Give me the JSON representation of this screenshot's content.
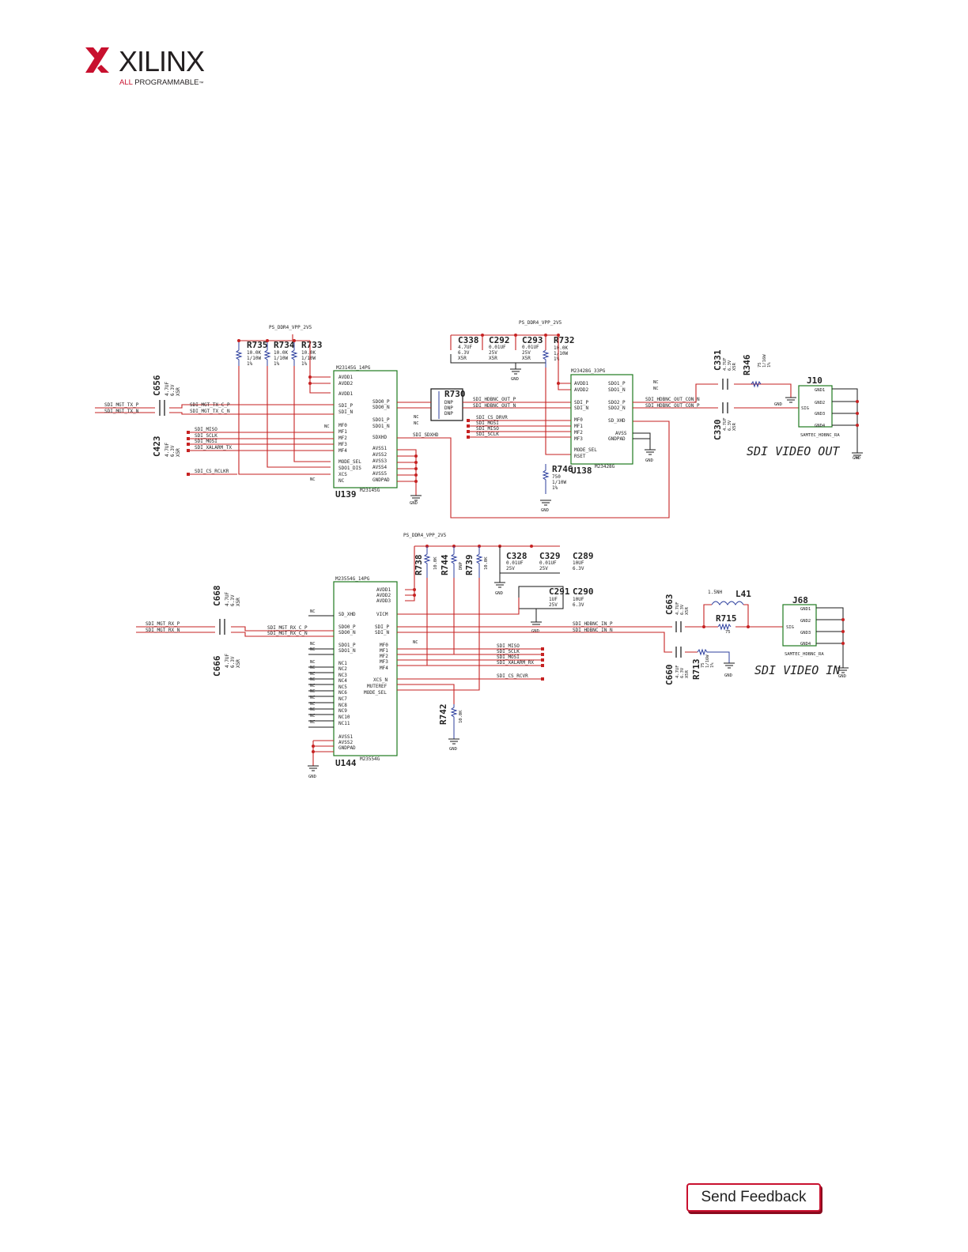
{
  "header": {
    "brand_name": "XILINX",
    "brand_tagline_all": "ALL",
    "brand_tagline_rest": " PROGRAMMABLE",
    "tm": "™",
    "brand_color": "#c8102e"
  },
  "schematic": {
    "power_rail": "PS_DDR4_VPP_2V5",
    "gnd": "GND",
    "nc": "NC",
    "tx": {
      "u139": {
        "ref": "U139",
        "part": "M23145G_14PG",
        "part_bottom": "M23145G",
        "pins_left": [
          "AVDD1",
          "AVDD2",
          "AVDD1",
          "SDI_P",
          "SDI_N",
          "MF0",
          "MF1",
          "MF2",
          "MF3",
          "MF4",
          "MODE_SEL",
          "SDO1_DIS",
          "XCS",
          "NC"
        ],
        "pins_right": [
          "SDO0_P",
          "SDO0_N",
          "SDO1_P",
          "SDO1_N",
          "SDXHD",
          "AVSS1",
          "AVSS2",
          "AVSS3",
          "AVSS4",
          "AVSS5",
          "GNDPAD"
        ]
      },
      "u138": {
        "ref": "U138",
        "part": "M23428G_33PG",
        "part_bottom": "M23428G",
        "pins_left": [
          "AVDD1",
          "AVDD2",
          "SDI_P",
          "SDI_N",
          "MF0",
          "MF1",
          "MF2",
          "MF3",
          "MODE_SEL",
          "RSET"
        ],
        "pins_right": [
          "SDO1_P",
          "SDO1_N",
          "SDO2_P",
          "SDO2_N",
          "SD_XHD",
          "AVSS",
          "GNDPAD"
        ]
      },
      "resistors": [
        {
          "ref": "R735",
          "lines": [
            "10.0K",
            "1/10W",
            "1%"
          ]
        },
        {
          "ref": "R734",
          "lines": [
            "10.0K",
            "1/10W",
            "1%"
          ]
        },
        {
          "ref": "R733",
          "lines": [
            "10.0K",
            "1/10W",
            "1%"
          ]
        },
        {
          "ref": "R732",
          "lines": [
            "10.0K",
            "1/10W",
            "1%"
          ]
        },
        {
          "ref": "R746",
          "lines": [
            "750",
            "1/10W",
            "1%"
          ]
        },
        {
          "ref": "R346",
          "lines": [
            "75",
            "1/16W",
            "1%"
          ]
        }
      ],
      "r730": {
        "ref": "R730",
        "lines": [
          "DNP",
          "DNP",
          "DNP"
        ]
      },
      "caps": [
        {
          "ref": "C338",
          "lines": [
            "4.7UF",
            "6.3V",
            "X5R"
          ]
        },
        {
          "ref": "C292",
          "lines": [
            "0.01UF",
            "25V",
            "X5R"
          ]
        },
        {
          "ref": "C293",
          "lines": [
            "0.01UF",
            "25V",
            "X5R"
          ]
        },
        {
          "ref": "C656",
          "lines": [
            "4.7UF",
            "6.3V",
            "X5R"
          ]
        },
        {
          "ref": "C423",
          "lines": [
            "4.7UF",
            "6.3V",
            "X5R"
          ]
        },
        {
          "ref": "C331",
          "lines": [
            "4.7UF",
            "6.3V",
            "X5R"
          ]
        },
        {
          "ref": "C330",
          "lines": [
            "4.7UF",
            "6.3V",
            "X5R"
          ]
        }
      ],
      "nets": [
        "SDI_MGT_TX_P",
        "SDI_MGT_TX_N",
        "SDI_MGT_TX_C_P",
        "SDI_MGT_TX_C_N",
        "SDI_MISO",
        "SDI_SCLK",
        "SDI_MOSI",
        "SDI_XALARM_TX",
        "SDI_CS_RCLKR",
        "SDI_HDBNC_OUT_P",
        "SDI_HDBNC_OUT_N",
        "SDI_CS_DRVR",
        "SDI_MOSI",
        "SDI_MISO",
        "SDI_SCLK",
        "SDI_SDXHD",
        "SDI_HDBNC_OUT_CON_N",
        "SDI_HDBNC_OUT_CON_P"
      ],
      "connector": {
        "ref": "J10",
        "part": "SAMTEC_HDBNC_RA",
        "pins": [
          "GND1",
          "GND2",
          "GND3",
          "GND4"
        ],
        "sig": "SIG"
      },
      "caption": "SDI VIDEO OUT"
    },
    "rx": {
      "u144": {
        "ref": "U144",
        "part": "M23554G_14PG",
        "part_bottom": "M23554G",
        "pins_left": [
          "SD_XHD",
          "SDO0_P",
          "SDO0_N",
          "SDO1_P",
          "SDO1_N",
          "NC1",
          "NC2",
          "NC3",
          "NC4",
          "NC5",
          "NC6",
          "NC7",
          "NC8",
          "NC9",
          "NC10",
          "NC11",
          "AVSS1",
          "AVSS2",
          "GNDPAD"
        ],
        "pins_right": [
          "AVDD1",
          "AVDD2",
          "AVDD3",
          "VICM",
          "SDI_P",
          "SDI_N",
          "MF0",
          "MF1",
          "MF2",
          "MF3",
          "MF4",
          "XCS_N",
          "MUTEREF",
          "MODE_SEL"
        ]
      },
      "resistors": [
        {
          "ref": "R738",
          "lines": [
            "10.0K"
          ]
        },
        {
          "ref": "R744",
          "lines": [
            "DNP"
          ]
        },
        {
          "ref": "R739",
          "lines": [
            "10.0K"
          ]
        },
        {
          "ref": "R742",
          "lines": [
            "10.0K"
          ]
        },
        {
          "ref": "R715",
          "lines": [
            "75"
          ]
        },
        {
          "ref": "R713",
          "lines": [
            "75",
            "1/16W",
            "1%"
          ]
        }
      ],
      "caps": [
        {
          "ref": "C328",
          "lines": [
            "0.01UF",
            "25V"
          ]
        },
        {
          "ref": "C329",
          "lines": [
            "0.01UF",
            "25V"
          ]
        },
        {
          "ref": "C289",
          "lines": [
            "10UF",
            "6.3V"
          ]
        },
        {
          "ref": "C291",
          "lines": [
            "1UF",
            "25V"
          ]
        },
        {
          "ref": "C290",
          "lines": [
            "10UF",
            "6.3V"
          ]
        },
        {
          "ref": "C668",
          "lines": [
            "4.7UF",
            "6.3V",
            "X5R"
          ]
        },
        {
          "ref": "C666",
          "lines": [
            "4.7UF",
            "6.3V",
            "X5R"
          ]
        },
        {
          "ref": "C663",
          "lines": [
            "4.7UF",
            "6.3V",
            "X5R"
          ]
        },
        {
          "ref": "C660",
          "lines": [
            "4.7UF",
            "6.3V",
            "X5R"
          ]
        }
      ],
      "inductor": {
        "ref": "L41",
        "value": "1.5NH"
      },
      "nets": [
        "SDI_MGT_RX_P",
        "SDI_MGT_RX_N",
        "SDI_MGT_RX_C_P",
        "SDI_MGT_RX_C_N",
        "SDI_MISO",
        "SDI_SCLK",
        "SDI_MOSI",
        "SDI_XALARM_RX",
        "SDI_CS_RCVR",
        "SDI_HDBNC_IN_P",
        "SDI_HDBNC_IN_N"
      ],
      "connector": {
        "ref": "J68",
        "part": "SAMTEC_HDBNC_RA",
        "pins": [
          "GND1",
          "GND2",
          "GND3",
          "GND4"
        ],
        "sig": "SIG"
      },
      "caption": "SDI VIDEO IN"
    }
  },
  "footer": {
    "feedback_label": "Send Feedback"
  }
}
